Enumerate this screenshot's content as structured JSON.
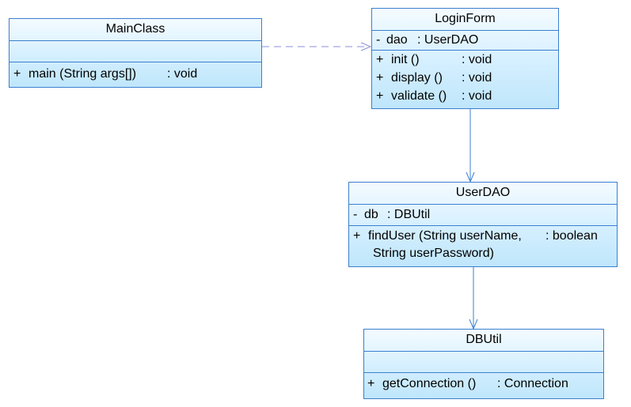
{
  "classes": {
    "main_class": {
      "name": "MainClass",
      "operation": {
        "visibility": "+",
        "signature": "main (String args[])",
        "returns": ": void"
      }
    },
    "login_form": {
      "name": "LoginForm",
      "attribute": {
        "visibility": "-",
        "name": "dao",
        "type": ": UserDAO"
      },
      "operations": [
        {
          "visibility": "+",
          "signature": "init ()",
          "returns": ": void"
        },
        {
          "visibility": "+",
          "signature": "display ()",
          "returns": ": void"
        },
        {
          "visibility": "+",
          "signature": "validate ()",
          "returns": ": void"
        }
      ]
    },
    "user_dao": {
      "name": "UserDAO",
      "attribute": {
        "visibility": "-",
        "name": "db",
        "type": ": DBUtil"
      },
      "operation": {
        "visibility": "+",
        "signature_line1": "findUser (String userName,",
        "signature_line2": "String userPassword)",
        "returns": ": boolean"
      }
    },
    "db_util": {
      "name": "DBUtil",
      "operation": {
        "visibility": "+",
        "signature": "getConnection ()",
        "returns": ": Connection"
      }
    }
  },
  "relationships": [
    {
      "from": "MainClass",
      "to": "LoginForm",
      "kind": "dependency"
    },
    {
      "from": "LoginForm",
      "to": "UserDAO",
      "kind": "association"
    },
    {
      "from": "UserDAO",
      "to": "DBUtil",
      "kind": "association"
    }
  ],
  "colors": {
    "border": "#3a7fd0",
    "fill_top": "#f4fbff",
    "fill_bottom": "#bfe6fb",
    "connector_dependency": "#8a8fd8",
    "connector_association": "#3a7fd0"
  }
}
